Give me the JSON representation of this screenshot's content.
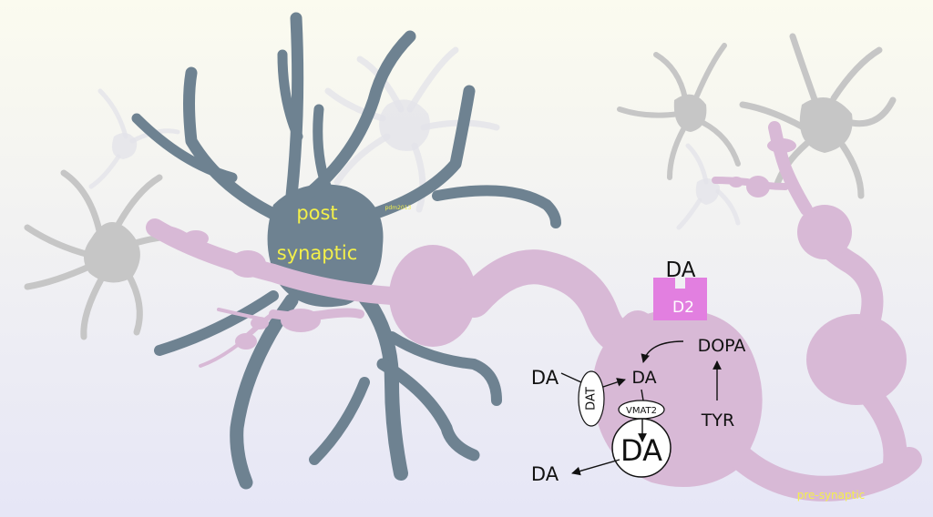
{
  "labels": {
    "post_line1": "post",
    "post_line2": "synaptic",
    "signature": "pdm2013",
    "pre_synaptic": "pre-synaptic",
    "da_receptor": "DA",
    "d2": "D2",
    "dopa": "DOPA",
    "da_center": "DA",
    "da_left": "DA",
    "dat": "DAT",
    "vmat2": "VMAT2",
    "da_vesicle": "DA",
    "tyr": "TYR",
    "da_release": "DA"
  },
  "colors": {
    "background_top": "#fbfbef",
    "background_bottom": "#e6e6f6",
    "post_neuron": "#6e8291",
    "axon": "#d8b9d6",
    "receptor": "#e27fe0",
    "ghost_neuron_light": "#e4e4ea",
    "ghost_neuron_mid": "#c6c6c6",
    "label_yellow": "#f3f04a",
    "text": "#111111"
  }
}
